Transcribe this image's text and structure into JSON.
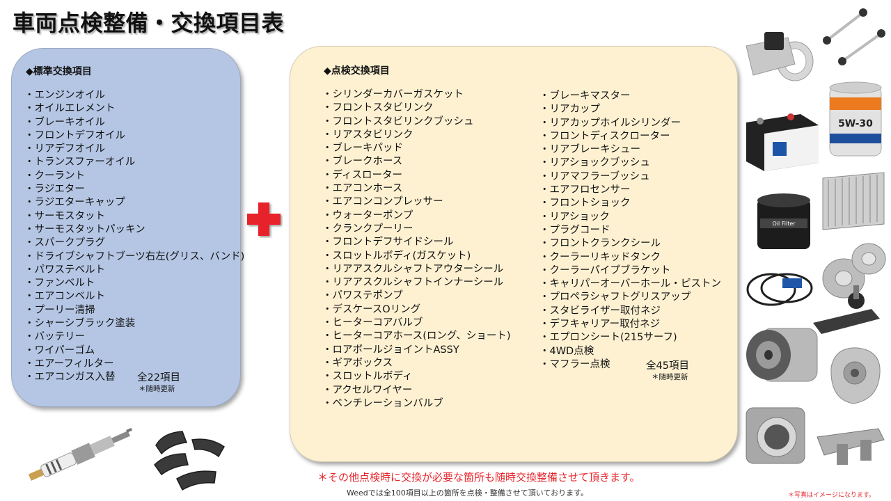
{
  "title": "車両点検整備・交換項目表",
  "standard": {
    "heading": "◆標準交換項目",
    "items": [
      "・エンジンオイル",
      "・オイルエレメント",
      "・ブレーキオイル",
      "・フロントデフオイル",
      "・リアデフオイル",
      "・トランスファーオイル",
      "・クーラント",
      "・ラジエター",
      "・ラジエターキャップ",
      "・サーモスタット",
      "・サーモスタットパッキン",
      "・スパークプラグ",
      "・ドライブシャフトブーツ右左(グリス、バンド)",
      "・パワステベルト",
      "・ファンベルト",
      "・エアコンベルト",
      "・プーリー清掃",
      "・シャーシブラック塗装",
      "・バッテリー",
      "・ワイパーゴム",
      "・エアーフィルター",
      "・エアコンガス入替"
    ],
    "total": "全22項目",
    "update_note": "＊随時更新"
  },
  "inspection": {
    "heading": "◆点検交換項目",
    "column1": [
      "・シリンダーカバーガスケット",
      "・フロントスタビリンク",
      "・フロントスタビリンクブッシュ",
      "・リアスタビリンク",
      "・ブレーキパッド",
      "・ブレークホース",
      "・ディスローター",
      "・エアコンホース",
      "・エアコンコンプレッサー",
      "・ウォーターポンプ",
      "・クランクプーリー",
      "・フロントデフサイドシール",
      "・スロットルボディ(ガスケット)",
      "・リアアスクルシャフトアウターシール",
      "・リアアスクルシャフトインナーシール",
      "・パワステポンプ",
      "・デスケースOリング",
      "・ヒーターコアバルブ",
      "・ヒーターコアホース(ロング、ショート)",
      "・ロアボールジョイントASSY",
      "・ギアボックス",
      "・スロットルボディ",
      "・アクセルワイヤー",
      "・ベンチレーションバルブ"
    ],
    "column2": [
      "・ブレーキマスター",
      "・リアカップ",
      "・リアカップホイルシリンダー",
      "・フロントディスクローター",
      "・リアブレーキシュー",
      "・リアショックブッシュ",
      "・リアマフラーブッシュ",
      "・エアフロセンサー",
      "・フロントショック",
      "・リアショック",
      "・プラグコード",
      "・フロントクランクシール",
      "・クーラーリキッドタンク",
      "・クーラーパイプブラケット",
      "・キャリパーオーバーホール・ピストン",
      "・プロペラシャフトグリスアップ",
      "・スタビライザー取付ネジ",
      "・デフキャリアー取付ネジ",
      "・エプロンシート(215サーフ)",
      "・4WD点検",
      "・マフラー点検"
    ],
    "total": "全45項目",
    "update_note": "＊随時更新"
  },
  "footer": {
    "note_red": "＊その他点検時に交換が必要な箇所も随時交換整備させて頂きます。",
    "note_gray": "Weedでは全100項目以上の箇所を点検・整備させて頂いております。",
    "image_note": "＊写真はイメージになります。"
  },
  "photos": {
    "oil_can_grade": "5W-30",
    "oil_filter_label": "Oil Filter"
  },
  "colors": {
    "standard_panel": "#b5c6e4",
    "inspection_panel": "#fdf1d2",
    "accent_red": "#e8242b"
  },
  "icons": [
    "plus-icon"
  ]
}
